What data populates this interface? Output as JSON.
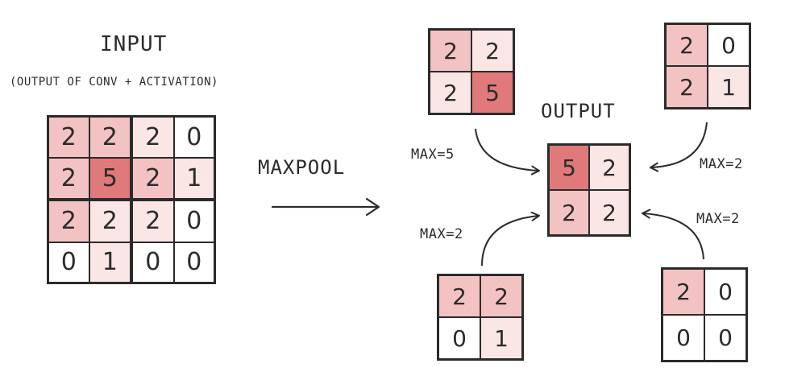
{
  "colors": {
    "ink": "#2b2b2b",
    "strong": "#e07a7a",
    "medium": "#f3c3c3",
    "light": "#fbe6e6",
    "none": "#ffffff"
  },
  "input": {
    "title": "INPUT",
    "subtitle": "(OUTPUT OF CONV + ACTIVATION)",
    "cells": [
      [
        "2",
        "2",
        "2",
        "0"
      ],
      [
        "2",
        "5",
        "2",
        "1"
      ],
      [
        "2",
        "2",
        "2",
        "0"
      ],
      [
        "0",
        "1",
        "0",
        "0"
      ]
    ],
    "shading": [
      [
        "medium",
        "medium",
        "light",
        "none"
      ],
      [
        "medium",
        "strong",
        "medium",
        "light"
      ],
      [
        "medium",
        "light",
        "light",
        "none"
      ],
      [
        "none",
        "light",
        "none",
        "none"
      ]
    ]
  },
  "operation": {
    "label": "MAXPOOL"
  },
  "output": {
    "title": "OUTPUT",
    "cells": [
      [
        "5",
        "2"
      ],
      [
        "2",
        "2"
      ]
    ],
    "shading": [
      [
        "strong",
        "light"
      ],
      [
        "medium",
        "light"
      ]
    ]
  },
  "windows": [
    {
      "id": "top-left",
      "cells": [
        [
          "2",
          "2"
        ],
        [
          "2",
          "5"
        ]
      ],
      "shading": [
        [
          "medium",
          "light"
        ],
        [
          "light",
          "strong"
        ]
      ],
      "max_label": "MAX=5"
    },
    {
      "id": "top-right",
      "cells": [
        [
          "2",
          "0"
        ],
        [
          "2",
          "1"
        ]
      ],
      "shading": [
        [
          "medium",
          "none"
        ],
        [
          "medium",
          "light"
        ]
      ],
      "max_label": "MAX=2"
    },
    {
      "id": "bottom-left",
      "cells": [
        [
          "2",
          "2"
        ],
        [
          "0",
          "1"
        ]
      ],
      "shading": [
        [
          "medium",
          "medium"
        ],
        [
          "none",
          "light"
        ]
      ],
      "max_label": "MAX=2"
    },
    {
      "id": "bottom-right",
      "cells": [
        [
          "2",
          "0"
        ],
        [
          "0",
          "0"
        ]
      ],
      "shading": [
        [
          "medium",
          "none"
        ],
        [
          "none",
          "none"
        ]
      ],
      "max_label": "MAX=2"
    }
  ]
}
